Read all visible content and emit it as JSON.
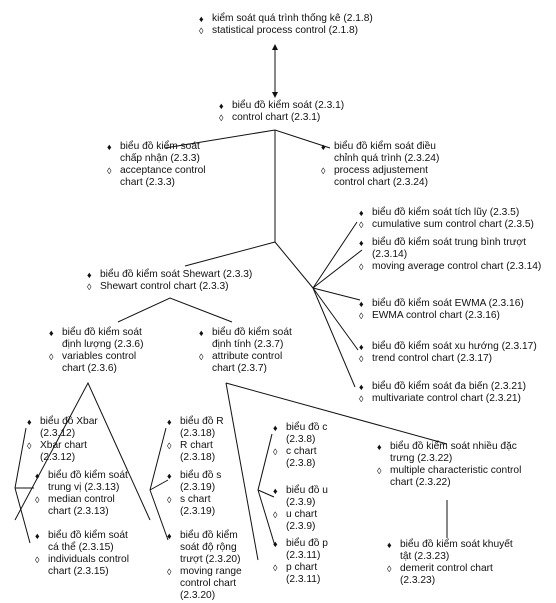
{
  "markers": {
    "vi": "♦",
    "en": "◊"
  },
  "nodes": [
    {
      "id": "root",
      "vi": "kiểm soát quá trình thống kê (2.1.8)",
      "en": "statistical process control (2.1.8)"
    },
    {
      "id": "cc",
      "vi": "biểu đồ kiểm soát (2.3.1)",
      "en": "control chart (2.3.1)"
    },
    {
      "id": "acc",
      "vi": "biểu đồ kiểm soát\nchấp nhận (2.3.3)",
      "en": "acceptance control\nchart (2.3.3)"
    },
    {
      "id": "padj",
      "vi": "biểu đồ kiểm soát điều\nchỉnh quá trình (2.3.24)",
      "en": "process adjustement\ncontrol chart (2.3.24)"
    },
    {
      "id": "cusum",
      "vi": "biểu đồ kiểm soát tích lũy (2.3.5)",
      "en": "cumulative sum control chart (2.3.5)"
    },
    {
      "id": "mavg",
      "vi": "biểu đồ kiểm soát trung bình trượt\n(2.3.14)",
      "en": "moving average control chart (2.3.14)"
    },
    {
      "id": "ewma",
      "vi": "biểu đồ kiểm soát EWMA (2.3.16)",
      "en": "EWMA control chart (2.3.16)"
    },
    {
      "id": "trend",
      "vi": "biểu đồ kiểm soát xu hướng (2.3.17)",
      "en": "trend control chart (2.3.17)"
    },
    {
      "id": "multi",
      "vi": "biểu đồ kiểm soát đa biến (2.3.21)",
      "en": "multivariate control chart (2.3.21)"
    },
    {
      "id": "shew",
      "vi": "biểu đồ kiểm soát Shewart (2.3.3)",
      "en": "Shewart control chart (2.3.3)"
    },
    {
      "id": "var",
      "vi": "biểu đồ kiểm soát\nđịnh lượng (2.3.6)",
      "en": "variables control\nchart (2.3.6)"
    },
    {
      "id": "attr",
      "vi": "biểu đồ kiểm soát\nđịnh tính (2.3.7)",
      "en": "attribute control\nchart (2.3.7)"
    },
    {
      "id": "xbar",
      "vi": "biểu đồ Xbar\n(2.3.12)",
      "en": "Xbar chart\n(2.3.12)"
    },
    {
      "id": "median",
      "vi": "biểu đồ kiểm soát\ntrung vị (2.3.13)",
      "en": "median control\nchart (2.3.13)"
    },
    {
      "id": "indiv",
      "vi": "biểu đồ kiểm soát\ncá thể (2.3.15)",
      "en": "individuals control\nchart (2.3.15)"
    },
    {
      "id": "r",
      "vi": "biểu đồ R\n(2.3.18)",
      "en": "R chart\n(2.3.18)"
    },
    {
      "id": "s",
      "vi": "biểu đồ s\n(2.3.19)",
      "en": "s chart\n(2.3.19)"
    },
    {
      "id": "mr",
      "vi": "biểu đồ kiểm\nsoát độ rộng\ntrượt (2.3.20)",
      "en": "moving range\ncontrol chart\n(2.3.20)"
    },
    {
      "id": "c",
      "vi": "biểu đồ c\n(2.3.8)",
      "en": "c chart\n(2.3.8)"
    },
    {
      "id": "u",
      "vi": "biểu đồ u\n(2.3.9)",
      "en": "u chart\n(2.3.9)"
    },
    {
      "id": "p",
      "vi": "biểu đồ p\n(2.3.11)",
      "en": "p chart\n(2.3.11)"
    },
    {
      "id": "mchar",
      "vi": "biểu đồ kiểm soát nhiều đặc\ntrưng (2.3.22)",
      "en": "multiple characteristic control\nchart (2.3.22)"
    },
    {
      "id": "demerit",
      "vi": "biểu đồ kiểm soát khuyết\ntật (2.3.23)",
      "en": "demerit control chart\n(2.3.23)"
    }
  ]
}
